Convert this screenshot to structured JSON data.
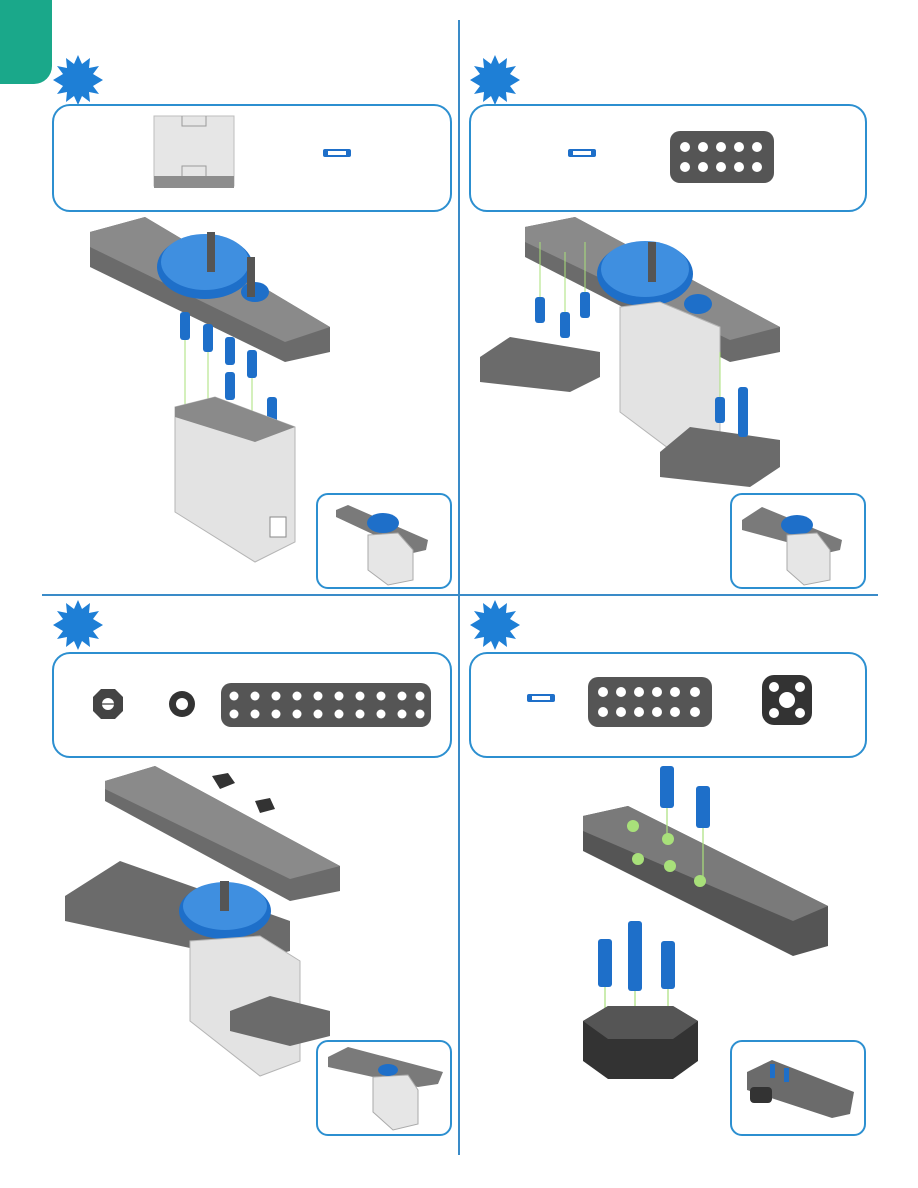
{
  "colors": {
    "accent": "#2c8fd0",
    "tab": "#1aa88a",
    "part_blue": "#1e6fc9",
    "part_gray": "#6b6b6b",
    "highlight": "#a8e07a"
  },
  "steps": [
    {
      "number": "",
      "parts": [
        "motor-block",
        "connector-pin"
      ]
    },
    {
      "number": "",
      "parts": [
        "connector-pin",
        "beam-2x5"
      ]
    },
    {
      "number": "",
      "parts": [
        "shaft-collar",
        "rubber-spacer",
        "beam-2x10"
      ]
    },
    {
      "number": "",
      "parts": [
        "connector-pin",
        "beam-2x6",
        "corner-connector"
      ]
    }
  ]
}
